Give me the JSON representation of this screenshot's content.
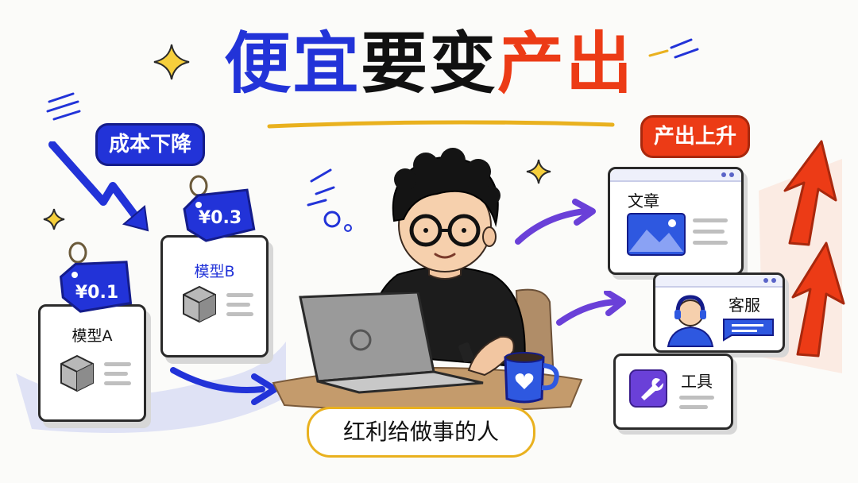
{
  "title": {
    "chars": [
      "便",
      "宜",
      "要",
      "变",
      "产",
      "出"
    ]
  },
  "colors": {
    "blue": "#2233d8",
    "black": "#111111",
    "red": "#ec3b16",
    "gold": "#e9b11f",
    "purple": "#6a40d8"
  },
  "badge_left": "成本下降",
  "badge_right": "产出上升",
  "bottom_pill": "红利给做事的人",
  "models": [
    {
      "name": "模型A",
      "price": "¥0.1"
    },
    {
      "name": "模型B",
      "price": "¥0.3"
    }
  ],
  "outputs": {
    "article": "文章",
    "service": "客服",
    "tool": "工具"
  },
  "icons": [
    "sparkle-icon",
    "cube-icon",
    "image-icon",
    "headset-icon",
    "chat-bubble-icon",
    "wrench-icon",
    "heart-icon",
    "arrow-icon"
  ]
}
